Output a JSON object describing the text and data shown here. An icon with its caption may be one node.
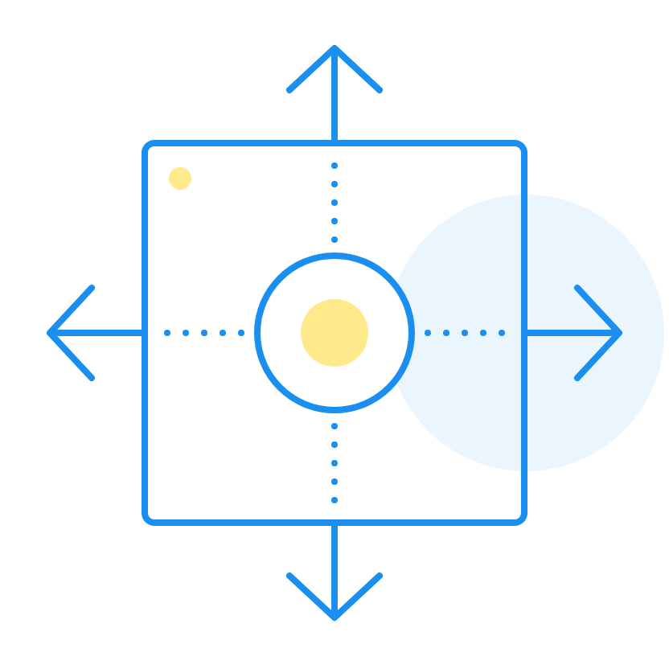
{
  "diagram": {
    "nodes": [
      {
        "text": [],
        "shape": "box"
      },
      {
        "text": [],
        "shape": "circle",
        "in": 0
      }
    ],
    "edges": [
      {
        "from": 0,
        "to": null,
        "arrow": "to"
      },
      {
        "from": 0,
        "to": null,
        "arrow": "to"
      },
      {
        "from": 0,
        "to": null,
        "arrow": "to"
      },
      {
        "from": 0,
        "to": null,
        "arrow": "to"
      },
      {
        "from": 1,
        "to": 0,
        "arrow": "none",
        "style": "dashed"
      },
      {
        "from": 1,
        "to": 0,
        "arrow": "none",
        "style": "dashed"
      },
      {
        "from": 1,
        "to": 0,
        "arrow": "none",
        "style": "dashed"
      },
      {
        "from": 1,
        "to": 0,
        "arrow": "none",
        "style": "dashed"
      }
    ]
  }
}
